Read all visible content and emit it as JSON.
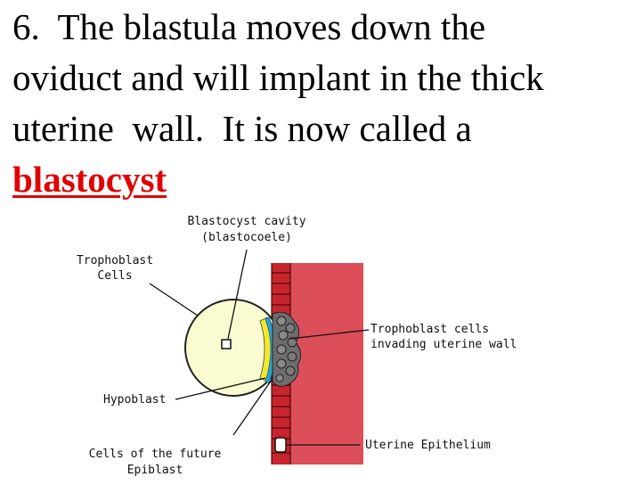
{
  "slide": {
    "lines": [
      "6.  The blastula moves down the",
      "oviduct and will implant in the thick",
      "uterine  wall.  It is now called a"
    ],
    "term": "blastocyst"
  },
  "diagram": {
    "labels": {
      "cavity_1": "Blastocyst cavity",
      "cavity_2": "(blastocoele)",
      "trophoblast_1": "Trophoblast",
      "trophoblast_2": "Cells",
      "invading_1": "Trophoblast cells",
      "invading_2": "invading uterine wall",
      "hypoblast": "Hypoblast",
      "epiblast_1": "Cells of the future",
      "epiblast_2": "Epiblast",
      "epithelium": "Uterine Epithelium"
    },
    "colors": {
      "uterine_wall": "#db4e5a",
      "epithelium": "#c8242d",
      "blastocyst_fill": "#fbfbd2",
      "hypoblast": "#29a3d6",
      "epiblast": "#f4e82a",
      "trophoblast_invading": "#6d6d6d"
    }
  }
}
